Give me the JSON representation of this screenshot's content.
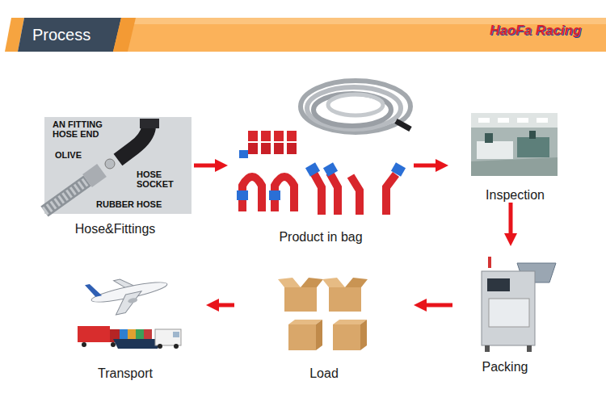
{
  "diagram": {
    "title": "Process",
    "nodes": [
      {
        "text": [
          "Hose&Fittings"
        ]
      },
      {
        "text": [
          "Product in bag"
        ]
      },
      {
        "text": [
          "Inspection"
        ]
      },
      {
        "text": [
          "Packing"
        ]
      },
      {
        "text": [
          "Load"
        ]
      },
      {
        "text": [
          "Transport"
        ]
      }
    ],
    "edges": [
      {
        "from": 0,
        "to": 1,
        "arrow": "to"
      },
      {
        "from": 1,
        "to": 2,
        "arrow": "to"
      },
      {
        "from": 2,
        "to": 3,
        "arrow": "to"
      },
      {
        "from": 3,
        "to": 4,
        "arrow": "to"
      },
      {
        "from": 4,
        "to": 5,
        "arrow": "to"
      }
    ],
    "labels": [
      "AN FITTING HOSE END",
      "OLIVE",
      "HOSE SOCKET",
      "RUBBER HOSE",
      "HaoFa Racing"
    ]
  }
}
